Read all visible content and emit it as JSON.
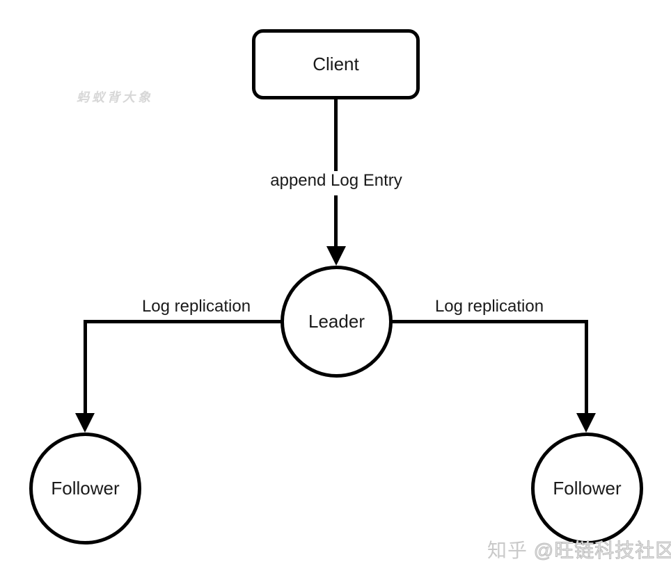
{
  "diagram": {
    "nodes": {
      "client": {
        "label": "Client",
        "shape": "rounded-rect"
      },
      "leader": {
        "label": "Leader",
        "shape": "circle"
      },
      "follower_left": {
        "label": "Follower",
        "shape": "circle"
      },
      "follower_right": {
        "label": "Follower",
        "shape": "circle"
      }
    },
    "edges": {
      "client_to_leader": {
        "from": "client",
        "to": "leader",
        "label": "append Log Entry"
      },
      "leader_to_follower_left": {
        "from": "leader",
        "to": "follower_left",
        "label": "Log replication"
      },
      "leader_to_follower_right": {
        "from": "leader",
        "to": "follower_right",
        "label": "Log replication"
      }
    },
    "colors": {
      "stroke": "#000000",
      "text": "#1a1a1a",
      "background": "#ffffff",
      "watermark_light": "#d7d7d7",
      "watermark_gray": "#c9c9c9"
    }
  },
  "watermarks": {
    "left": "蚂蚁背大象",
    "bottom_right_prefix": "知乎 ",
    "bottom_right_handle": "@旺链科技社区"
  }
}
